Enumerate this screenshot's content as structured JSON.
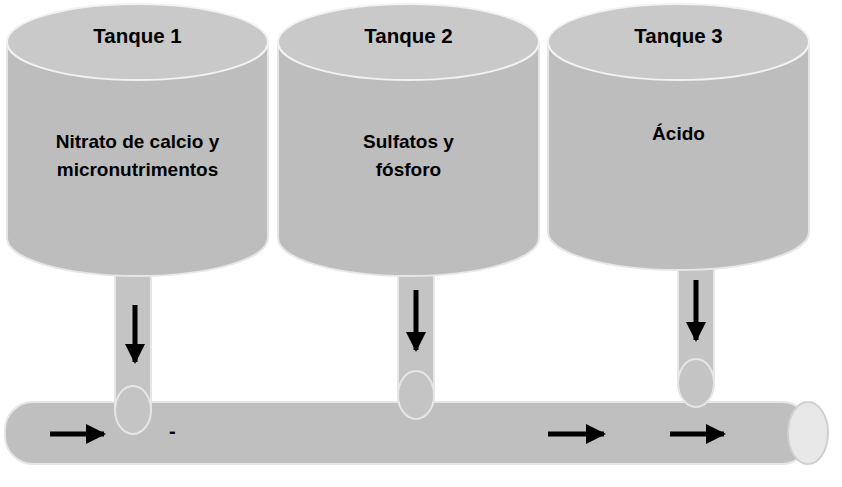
{
  "diagram": {
    "nodes": [
      {
        "text": [
          "Tanque 1",
          "Nitrato de calcio y micronutrimentos"
        ]
      },
      {
        "text": [
          "Tanque 2",
          "Sulfatos y fósforo"
        ]
      },
      {
        "text": [
          "Tanque 3",
          "Ácido"
        ]
      }
    ],
    "labels": [
      "-"
    ]
  }
}
